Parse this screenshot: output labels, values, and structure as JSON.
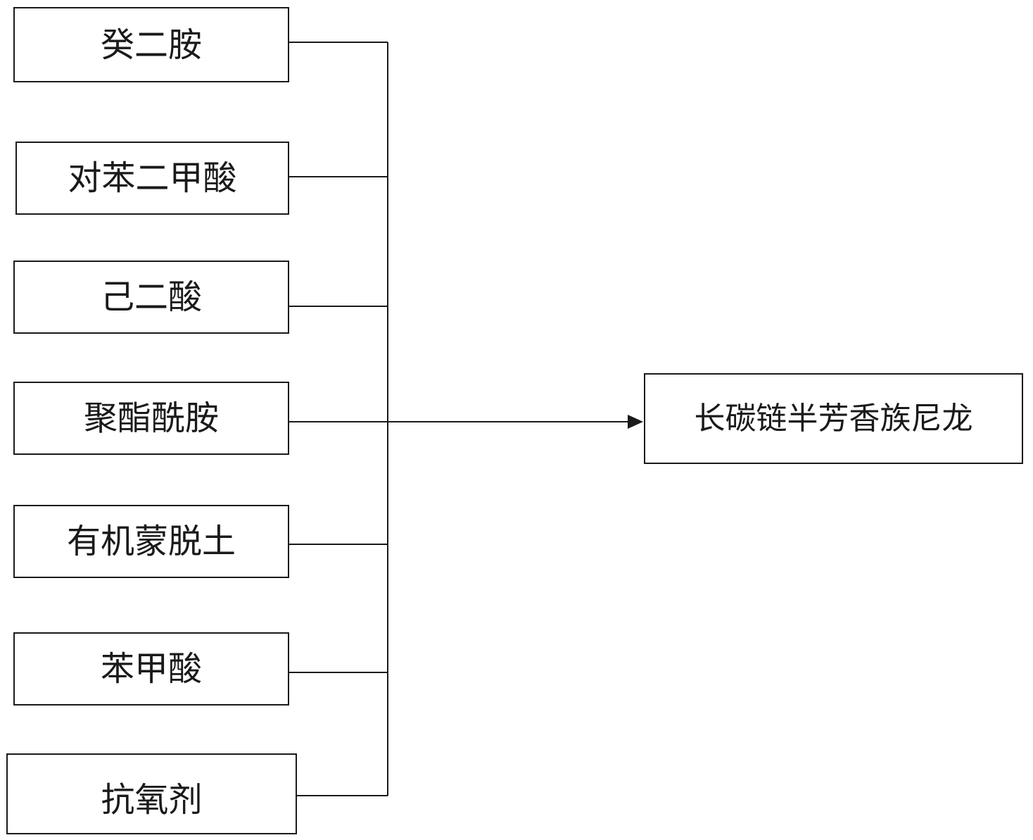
{
  "diagram": {
    "inputs": [
      {
        "label": "癸二胺"
      },
      {
        "label": "对苯二甲酸"
      },
      {
        "label": "己二酸"
      },
      {
        "label": "聚酯酰胺"
      },
      {
        "label": "有机蒙脱土"
      },
      {
        "label": "苯甲酸"
      },
      {
        "label": "抗氧剂"
      }
    ],
    "output": {
      "label": "长碳链半芳香族尼龙"
    },
    "colors": {
      "stroke": "#1a1a1a",
      "background": "#ffffff"
    }
  }
}
